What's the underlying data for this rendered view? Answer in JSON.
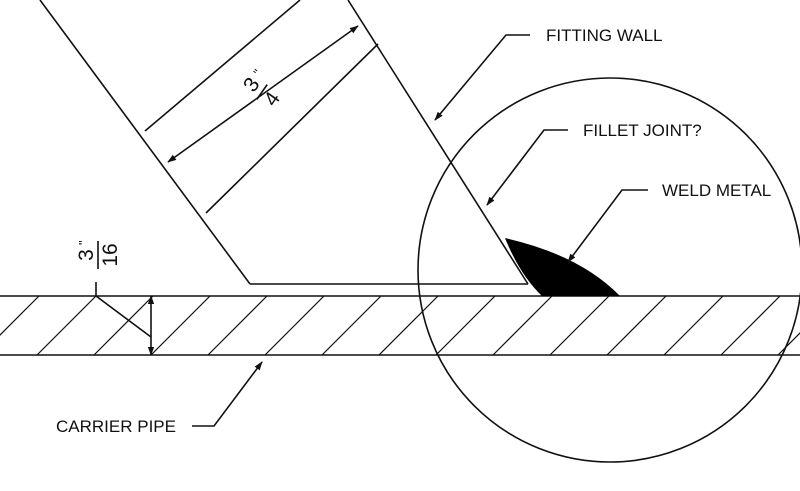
{
  "labels": {
    "fitting_wall": "FITTING WALL",
    "fillet_joint": "FILLET JOINT?",
    "weld_metal": "WELD METAL",
    "carrier_pipe": "CARRIER PIPE"
  },
  "dimensions": {
    "fitting_thickness": {
      "numerator": "3",
      "denominator": "4",
      "unit": "\""
    },
    "pipe_thickness": {
      "numerator": "3",
      "denominator": "16",
      "unit": "\""
    }
  },
  "colors": {
    "ink": "#111111",
    "weld": "#000000",
    "background": "#ffffff"
  }
}
